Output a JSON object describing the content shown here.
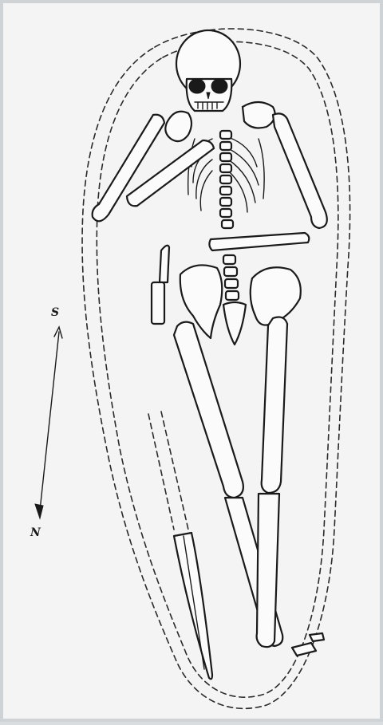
{
  "compass": {
    "top_label": "S",
    "bottom_label": "N"
  },
  "figure": {
    "subject": "burial",
    "grave_goods": [
      "knife",
      "spearhead"
    ]
  }
}
